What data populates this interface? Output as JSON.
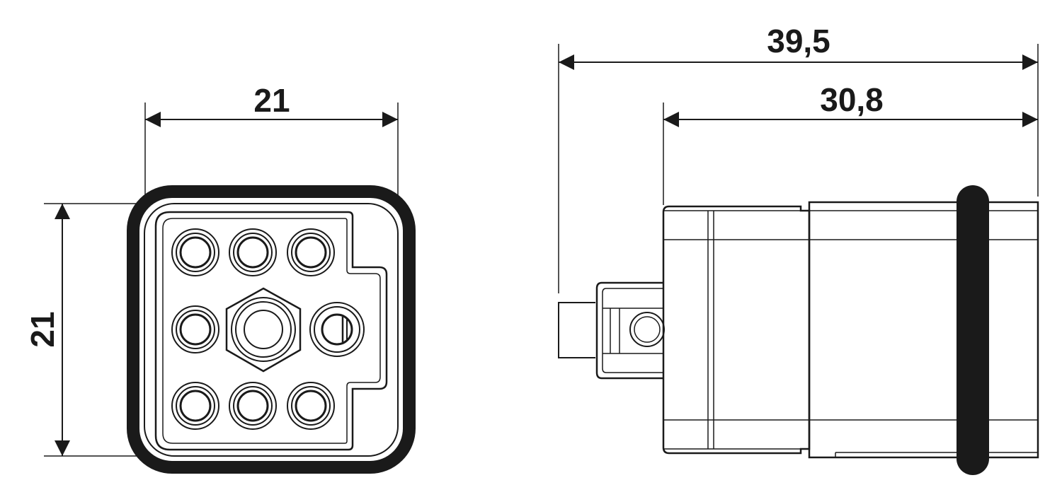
{
  "front_view": {
    "width_label": "21",
    "height_label": "21"
  },
  "side_view": {
    "overall_length_label": "39,5",
    "body_length_label": "30,8"
  },
  "colors": {
    "line": "#1a1a1a",
    "background": "#ffffff"
  }
}
